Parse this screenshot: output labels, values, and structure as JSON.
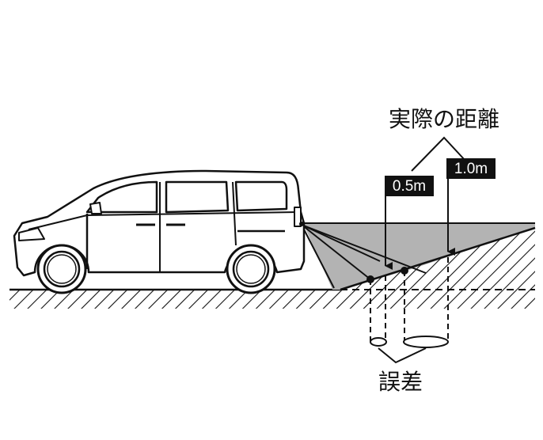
{
  "labels": {
    "actual_distance": "実際の距離",
    "error": "誤差",
    "dist_near": "0.5m",
    "dist_far": "1.0m"
  },
  "colors": {
    "ink": "#111111",
    "fov_fill": "#b3b3b3",
    "tag_bg": "#111111",
    "tag_text": "#ffffff",
    "background": "#ffffff"
  },
  "icons": {
    "vehicle": "minivan-rear-icon",
    "camera": "rear-camera-icon"
  }
}
